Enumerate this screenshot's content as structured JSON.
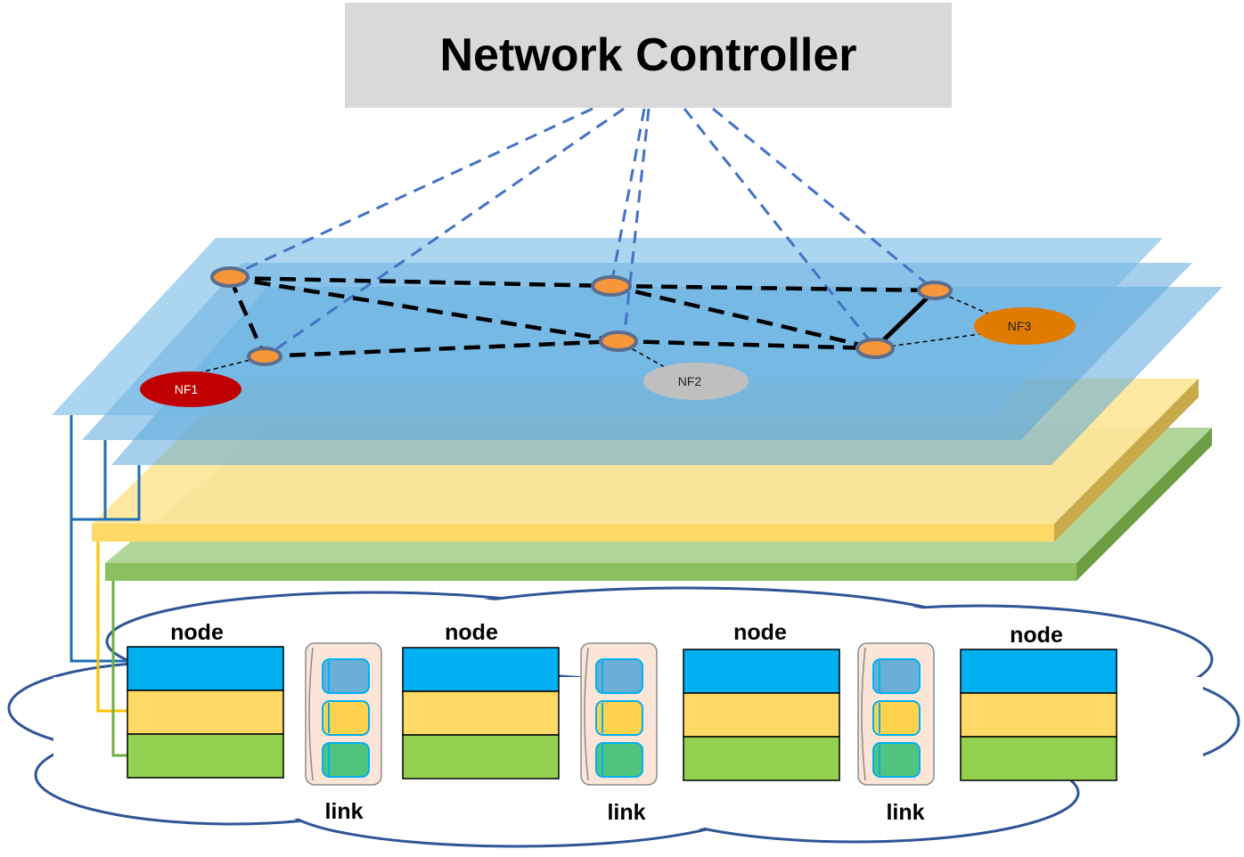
{
  "controller": {
    "label": "Network Controller"
  },
  "network_functions": [
    {
      "label": "NF1",
      "color": "#c00000",
      "text_color": "#ffffff"
    },
    {
      "label": "NF2",
      "color": "#bfbfbf",
      "text_color": "#222222"
    },
    {
      "label": "NF3",
      "color": "#e07b00",
      "text_color": "#222222"
    }
  ],
  "physical": {
    "node_label": "node",
    "link_label": "link",
    "node_count": 4,
    "link_count": 3
  },
  "colors": {
    "blue_slice": "#00b0f0",
    "yellow_slice": "#ffd966",
    "green_slice": "#92d050",
    "control_line": "#4472c4",
    "cloud_outline": "#2f4f8f",
    "switch_fill": "#f7963b"
  }
}
